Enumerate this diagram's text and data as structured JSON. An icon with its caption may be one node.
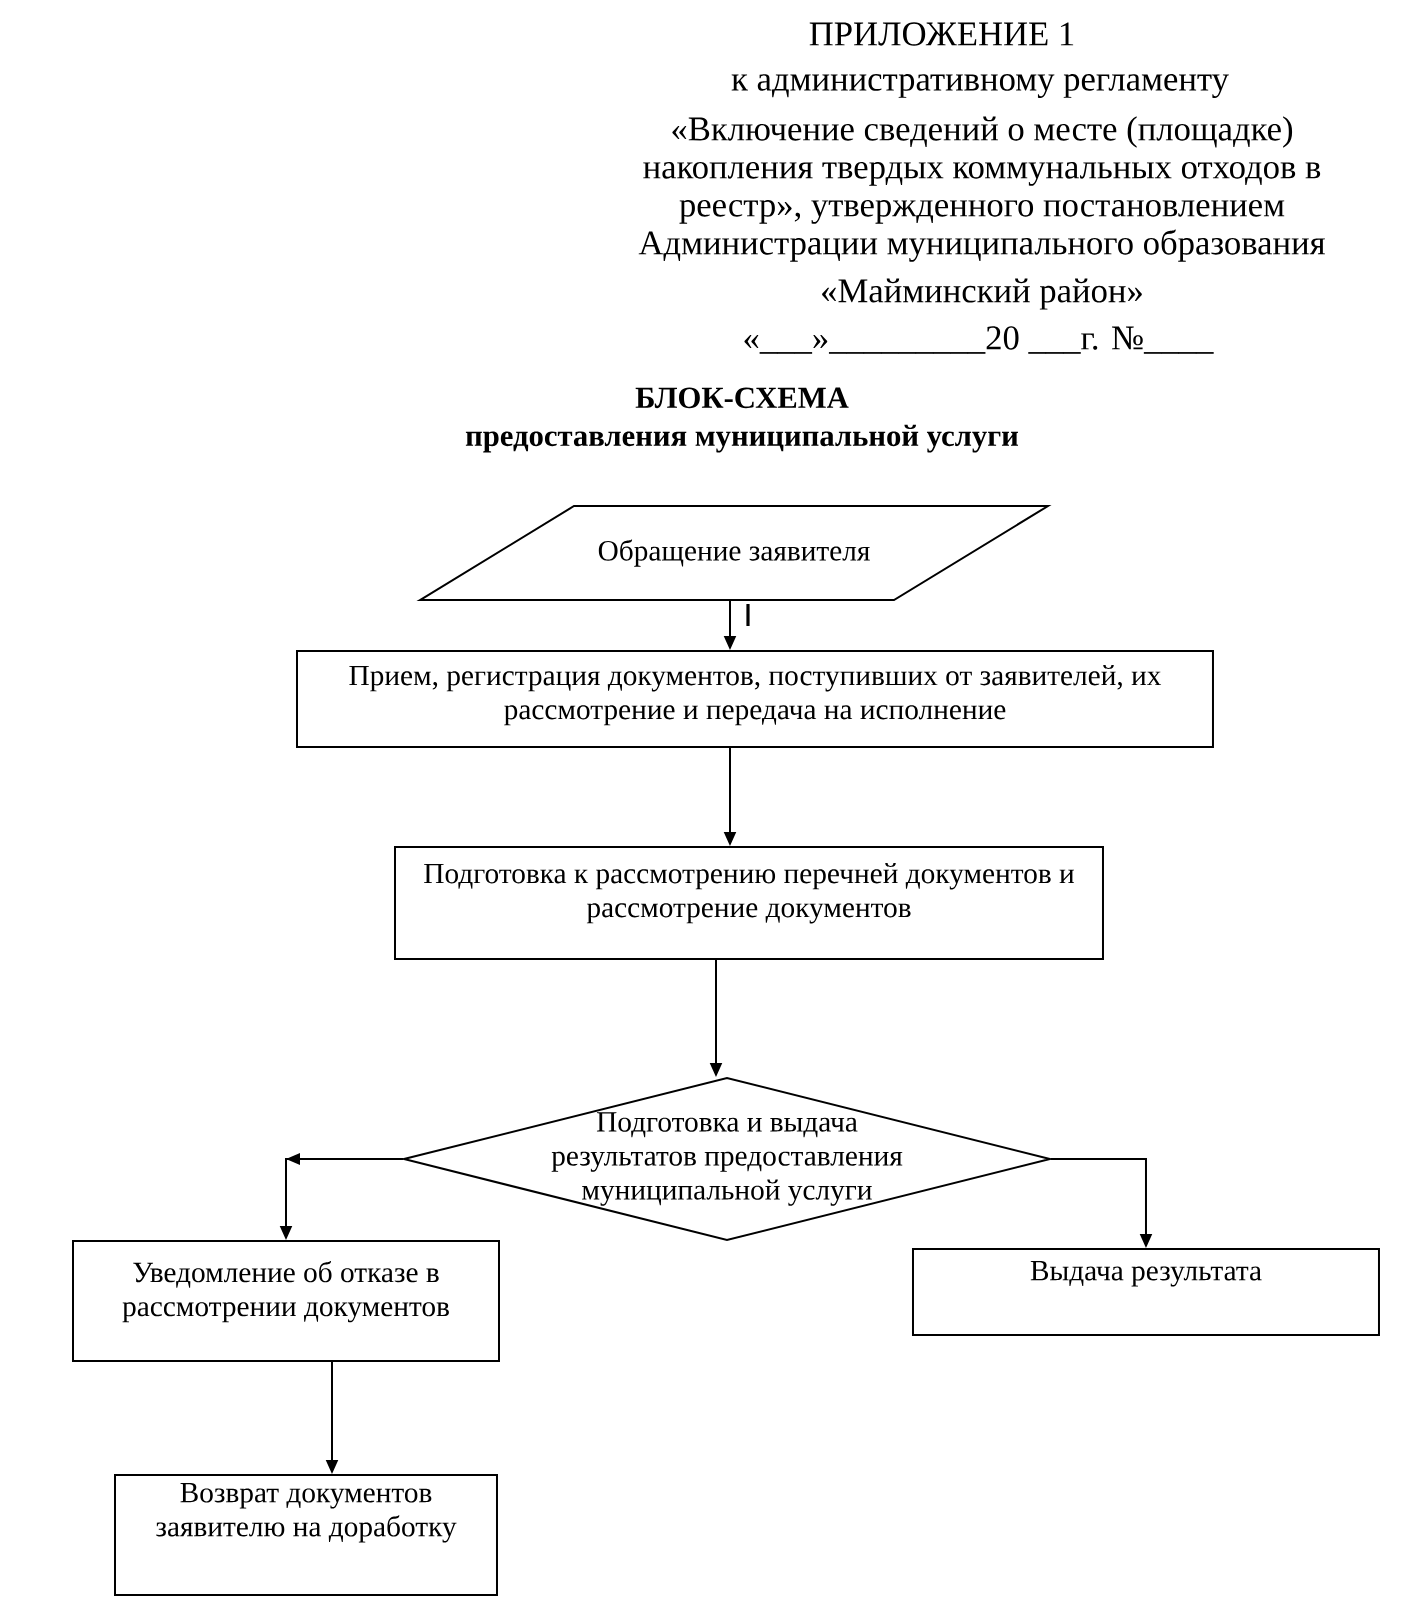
{
  "diagram": {
    "title": "БЛОК-СХЕМА предоставления муниципальной услуги",
    "nodes": [
      {
        "text": [
          "Обращение заявителя"
        ]
      },
      {
        "text": [
          "Прием, регистрация документов, поступивших от заявителей, их рассмотрение и передача на исполнение"
        ]
      },
      {
        "text": [
          "Подготовка к рассмотрению перечней документов и рассмотрение документов"
        ]
      },
      {
        "text": [
          "Подготовка и выдача результатов предоставления муниципальной услуги"
        ]
      },
      {
        "text": [
          "Уведомление об отказе в рассмотрении документов"
        ]
      },
      {
        "text": [
          "Выдача результата"
        ]
      },
      {
        "text": [
          "Возврат документов заявителю на доработку"
        ]
      }
    ],
    "edges": [
      {
        "from": 0,
        "to": 1,
        "arrow": "to"
      },
      {
        "from": 1,
        "to": 2,
        "arrow": "to"
      },
      {
        "from": 2,
        "to": 3,
        "arrow": "to"
      },
      {
        "from": 3,
        "to": 4,
        "arrow": "to"
      },
      {
        "from": 3,
        "to": 5,
        "arrow": "to"
      },
      {
        "from": 4,
        "to": 6,
        "arrow": "to"
      }
    ],
    "labels": [
      "ПРИЛОЖЕНИЕ 1",
      "к административному регламенту",
      "«Включение сведений о месте (площадке) накопления твердых коммунальных отходов в реестр», утвержденного постановлением Администрации муниципального образования",
      "«Майминский район»",
      "«___»_________20 ___г. №____"
    ]
  }
}
